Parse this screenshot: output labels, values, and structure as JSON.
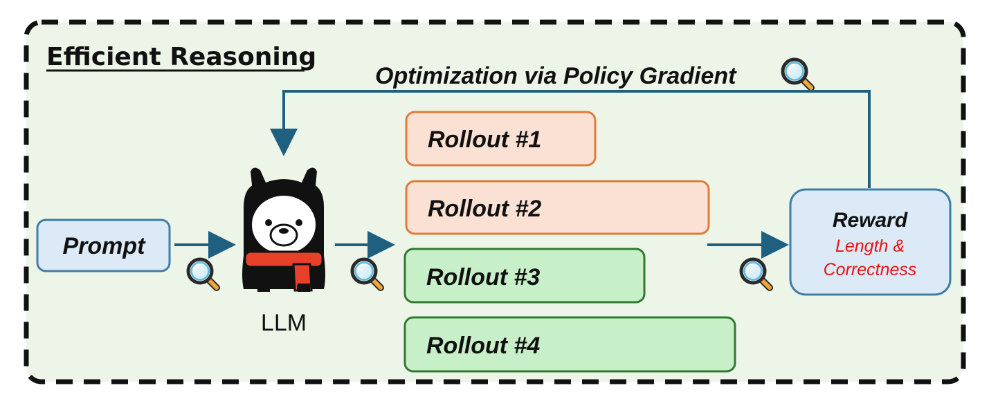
{
  "diagram": {
    "title": "Efficient Reasoning",
    "feedback_label": "Optimization via Policy Gradient",
    "prompt_label": "Prompt",
    "model_label": "LLM",
    "rollouts": [
      {
        "label": "Rollout #1",
        "status": "orange"
      },
      {
        "label": "Rollout #2",
        "status": "orange"
      },
      {
        "label": "Rollout #3",
        "status": "green"
      },
      {
        "label": "Rollout #4",
        "status": "green"
      }
    ],
    "reward": {
      "title": "Reward",
      "line1": "Length &",
      "line2": "Correctness"
    }
  },
  "colors": {
    "background": "#edf5e8",
    "frame": "#111111",
    "arrow": "#1f5f80",
    "prompt_fill": "#dce9f7",
    "prompt_stroke": "#3d7ea6",
    "orange_fill": "#fbe1d3",
    "orange_stroke": "#e07b39",
    "green_fill": "#c8f0c8",
    "green_stroke": "#2f7a2f",
    "reward_fill": "#dce9f7",
    "reward_stroke": "#3d7ea6",
    "reward_text": "#ee1111",
    "llama_scarf": "#e8412a"
  },
  "icons": [
    "magnifier-icon",
    "llama-icon"
  ]
}
